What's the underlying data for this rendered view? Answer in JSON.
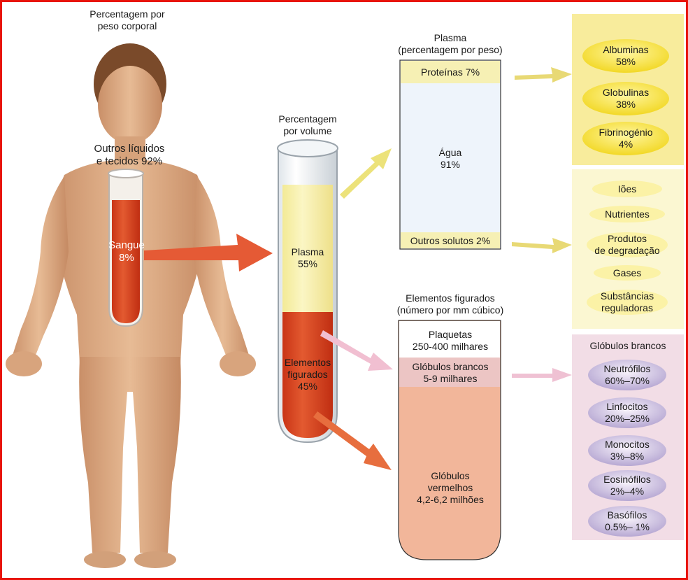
{
  "body_figure": {
    "title": "Percentagem por\npeso corporal",
    "title_line1": "Percentagem por",
    "title_line2": "peso corporal",
    "other_line1": "Outros líquidos",
    "other_line2": "e tecidos 92%",
    "blood_line1": "Sangue",
    "blood_line2": "8%"
  },
  "volume_tube": {
    "title_line1": "Percentagem",
    "title_line2": "por volume",
    "plasma_line1": "Plasma",
    "plasma_line2": "55%",
    "formed_line1": "Elementos",
    "formed_line2": "figurados",
    "formed_line3": "45%"
  },
  "plasma_box": {
    "title_line1": "Plasma",
    "title_line2": "(percentagem por peso)",
    "proteins": "Proteínas 7%",
    "water_line1": "Água",
    "water_line2": "91%",
    "other_solutes": "Outros solutos 2%"
  },
  "formed_box": {
    "title_line1": "Elementos figurados",
    "title_line2": "(número por mm cúbico)",
    "platelets_line1": "Plaquetas",
    "platelets_line2": "250-400 milhares",
    "wbc_line1": "Glóbulos brancos",
    "wbc_line2": "5-9 milhares",
    "rbc_line1": "Glóbulos",
    "rbc_line2": "vermelhos",
    "rbc_line3": "4,2-6,2 milhões"
  },
  "proteins_panel": [
    {
      "name": "Albuminas",
      "value": "58%"
    },
    {
      "name": "Globulinas",
      "value": "38%"
    },
    {
      "name": "Fibrinogénio",
      "value": "4%"
    }
  ],
  "solutes_panel": {
    "ions": "Iões",
    "nutrients": "Nutrientes",
    "waste_line1": "Produtos",
    "waste_line2": "de degradação",
    "gases": "Gases",
    "regulators_line1": "Substâncias",
    "regulators_line2": "reguladoras"
  },
  "wbc_panel": {
    "title": "Glóbulos brancos",
    "items": [
      {
        "name": "Neutrófilos",
        "value": "60%–70%"
      },
      {
        "name": "Linfocitos",
        "value": "20%–25%"
      },
      {
        "name": "Monocitos",
        "value": "3%–8%"
      },
      {
        "name": "Eosinófilos",
        "value": "2%–4%"
      },
      {
        "name": "Basófilos",
        "value": "0.5%– 1%"
      }
    ]
  },
  "colors": {
    "frame": "#e8140a",
    "blood": "#d9451f",
    "plasma": "#f7f0a8",
    "proteins_panel": "#f7e88a",
    "solutes_panel": "#fbf6c8",
    "wbc_panel": "#f1dbe4",
    "skin": "#d9a880"
  }
}
